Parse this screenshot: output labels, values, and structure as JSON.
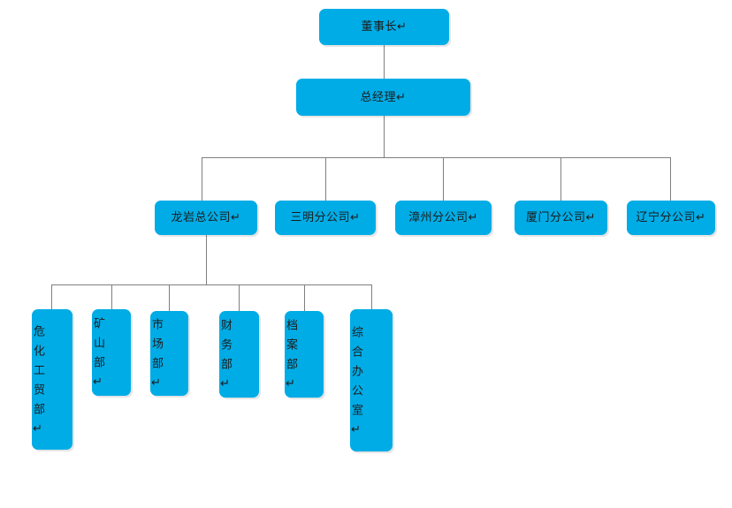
{
  "chart_data": {
    "type": "diagram",
    "title": "",
    "diagram_kind": "organization-chart",
    "orientation": "top-down",
    "node_color": "#00ace6",
    "connector_color": "#7f7f7f",
    "text_color": "#1c1c1c",
    "background": "#ffffff",
    "levels": [
      {
        "level": 1,
        "nodes": [
          {
            "id": "chairman",
            "label": "董事长↵",
            "text_direction": "horizontal"
          }
        ]
      },
      {
        "level": 2,
        "nodes": [
          {
            "id": "general-manager",
            "label": "总经理↵",
            "text_direction": "horizontal"
          }
        ]
      },
      {
        "level": 3,
        "nodes": [
          {
            "id": "longyan-head-company",
            "label": "龙岩总公司↵",
            "text_direction": "horizontal"
          },
          {
            "id": "sanming-branch",
            "label": "三明分公司↵",
            "text_direction": "horizontal"
          },
          {
            "id": "zhangzhou-branch",
            "label": "漳州分公司↵",
            "text_direction": "horizontal"
          },
          {
            "id": "xiamen-branch",
            "label": "厦门分公司↵",
            "text_direction": "horizontal"
          },
          {
            "id": "liaoning-branch",
            "label": "辽宁分公司↵",
            "text_direction": "horizontal"
          }
        ]
      },
      {
        "level": 4,
        "nodes": [
          {
            "id": "hazardous-chemicals-trade-dept",
            "label": "危化工贸部↵",
            "text_direction": "vertical"
          },
          {
            "id": "mining-dept",
            "label": "矿山部↵",
            "text_direction": "vertical"
          },
          {
            "id": "market-dept",
            "label": "市场部↵",
            "text_direction": "vertical"
          },
          {
            "id": "finance-dept",
            "label": "财务部↵",
            "text_direction": "vertical"
          },
          {
            "id": "archives-dept",
            "label": "档案部↵",
            "text_direction": "vertical"
          },
          {
            "id": "general-office",
            "label": "综合办公室↵",
            "text_direction": "vertical"
          }
        ]
      }
    ],
    "edges": [
      {
        "from": "chairman",
        "to": "general-manager"
      },
      {
        "from": "general-manager",
        "to": "longyan-head-company"
      },
      {
        "from": "general-manager",
        "to": "sanming-branch"
      },
      {
        "from": "general-manager",
        "to": "zhangzhou-branch"
      },
      {
        "from": "general-manager",
        "to": "xiamen-branch"
      },
      {
        "from": "general-manager",
        "to": "liaoning-branch"
      },
      {
        "from": "longyan-head-company",
        "to": "hazardous-chemicals-trade-dept"
      },
      {
        "from": "longyan-head-company",
        "to": "mining-dept"
      },
      {
        "from": "longyan-head-company",
        "to": "market-dept"
      },
      {
        "from": "longyan-head-company",
        "to": "finance-dept"
      },
      {
        "from": "longyan-head-company",
        "to": "archives-dept"
      },
      {
        "from": "longyan-head-company",
        "to": "general-office"
      }
    ]
  },
  "nodes": {
    "chairman": "董事长↵",
    "general_manager": "总经理↵",
    "longyan": "龙岩总公司↵",
    "sanming": "三明分公司↵",
    "zhangzhou": "漳州分公司↵",
    "xiamen": "厦门分公司↵",
    "liaoning": "辽宁分公司↵",
    "hazchem": "危化工贸部↵",
    "mining": "矿山部↵",
    "market": "市场部↵",
    "finance": "财务部↵",
    "archives": "档案部↵",
    "general_office": "综合办公室↵"
  }
}
